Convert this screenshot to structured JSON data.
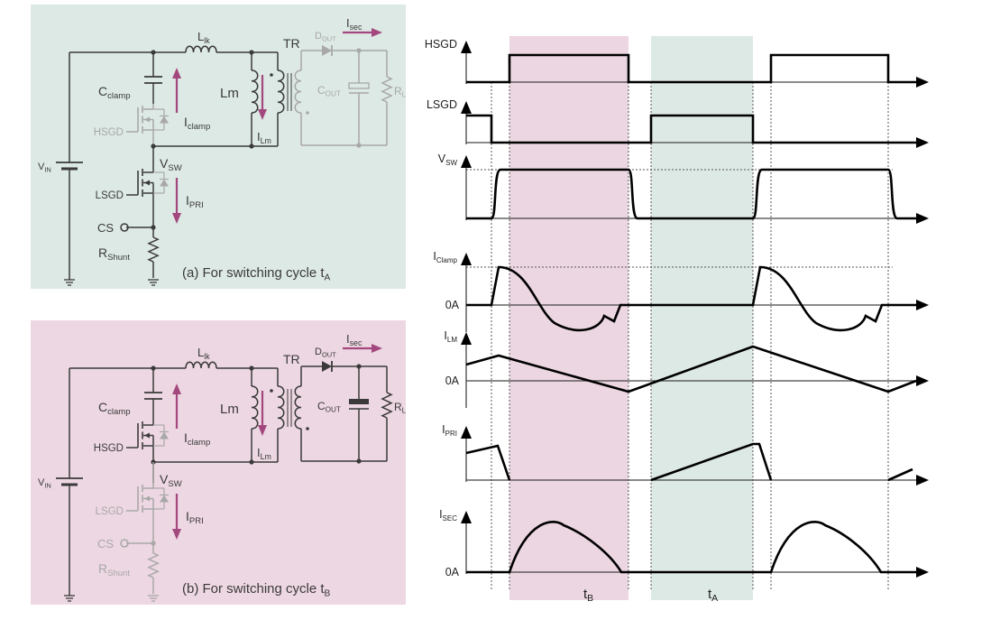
{
  "colors": {
    "panel_a_bg": "#dde9e5",
    "panel_b_bg": "#edd7e2",
    "wire_active": "#3a3a3a",
    "wire_inactive": "#a8a8a8",
    "current_arrow": "#a3487f",
    "band_tB": "#ecd6e1",
    "band_tA": "#dde9e5",
    "waveform": "#000000"
  },
  "circuits": [
    {
      "id": "a",
      "caption_prefix": "(a) For switching cycle t",
      "caption_sub": "A",
      "labels": {
        "vin": "V",
        "vin_sub": "IN",
        "llk": "L",
        "llk_sub": "lk",
        "tr": "TR",
        "cclamp": "C",
        "cclamp_sub": "clamp",
        "lm": "Lm",
        "iclamp": "I",
        "iclamp_sub": "clamp",
        "ilm": "I",
        "ilm_sub": "Lm",
        "hsgd": "HSGD",
        "vsw": "V",
        "vsw_sub": "SW",
        "lsgd": "LSGD",
        "ipri": "I",
        "ipri_sub": "PRI",
        "cs": "CS",
        "rshunt": "R",
        "rshunt_sub": "Shunt",
        "dout": "D",
        "dout_sub": "OUT",
        "cout": "C",
        "cout_sub": "OUT",
        "rl": "R",
        "rl_sub": "L",
        "isec": "I",
        "isec_sub": "sec"
      },
      "active": {
        "hs_switch": false,
        "ls_switch": true,
        "secondary": false
      }
    },
    {
      "id": "b",
      "caption_prefix": "(b) For switching cycle t",
      "caption_sub": "B",
      "labels": {
        "vin": "V",
        "vin_sub": "IN",
        "llk": "L",
        "llk_sub": "lk",
        "tr": "TR",
        "cclamp": "C",
        "cclamp_sub": "clamp",
        "lm": "Lm",
        "iclamp": "I",
        "iclamp_sub": "clamp",
        "ilm": "I",
        "ilm_sub": "Lm",
        "hsgd": "HSGD",
        "vsw": "V",
        "vsw_sub": "SW",
        "lsgd": "LSGD",
        "ipri": "I",
        "ipri_sub": "PRI",
        "cs": "CS",
        "rshunt": "R",
        "rshunt_sub": "Shunt",
        "dout": "D",
        "dout_sub": "OUT",
        "cout": "C",
        "cout_sub": "OUT",
        "rl": "R",
        "rl_sub": "L",
        "isec": "I",
        "isec_sub": "sec"
      },
      "active": {
        "hs_switch": true,
        "ls_switch": false,
        "secondary": true
      }
    }
  ],
  "timing": {
    "bands": [
      {
        "id": "tB",
        "label": "t",
        "label_sub": "B",
        "from": 1,
        "to": 2
      },
      {
        "id": "tA",
        "label": "t",
        "label_sub": "A",
        "from": 3,
        "to": 4
      }
    ],
    "time_markers": [
      0,
      1,
      2,
      3,
      4,
      5,
      6
    ],
    "traces": [
      {
        "id": "hsgd",
        "label": "HSGD",
        "label_sub": "",
        "zero_label": ""
      },
      {
        "id": "lsgd",
        "label": "LSGD",
        "label_sub": "",
        "zero_label": ""
      },
      {
        "id": "vsw",
        "label": "V",
        "label_sub": "SW",
        "zero_label": ""
      },
      {
        "id": "iclamp",
        "label": "I",
        "label_sub": "Clamp",
        "zero_label": "0A"
      },
      {
        "id": "ilm",
        "label": "I",
        "label_sub": "LM",
        "zero_label": "0A"
      },
      {
        "id": "ipri",
        "label": "I",
        "label_sub": "PRI",
        "zero_label": ""
      },
      {
        "id": "isec",
        "label": "I",
        "label_sub": "SEC",
        "zero_label": "0A"
      }
    ]
  }
}
